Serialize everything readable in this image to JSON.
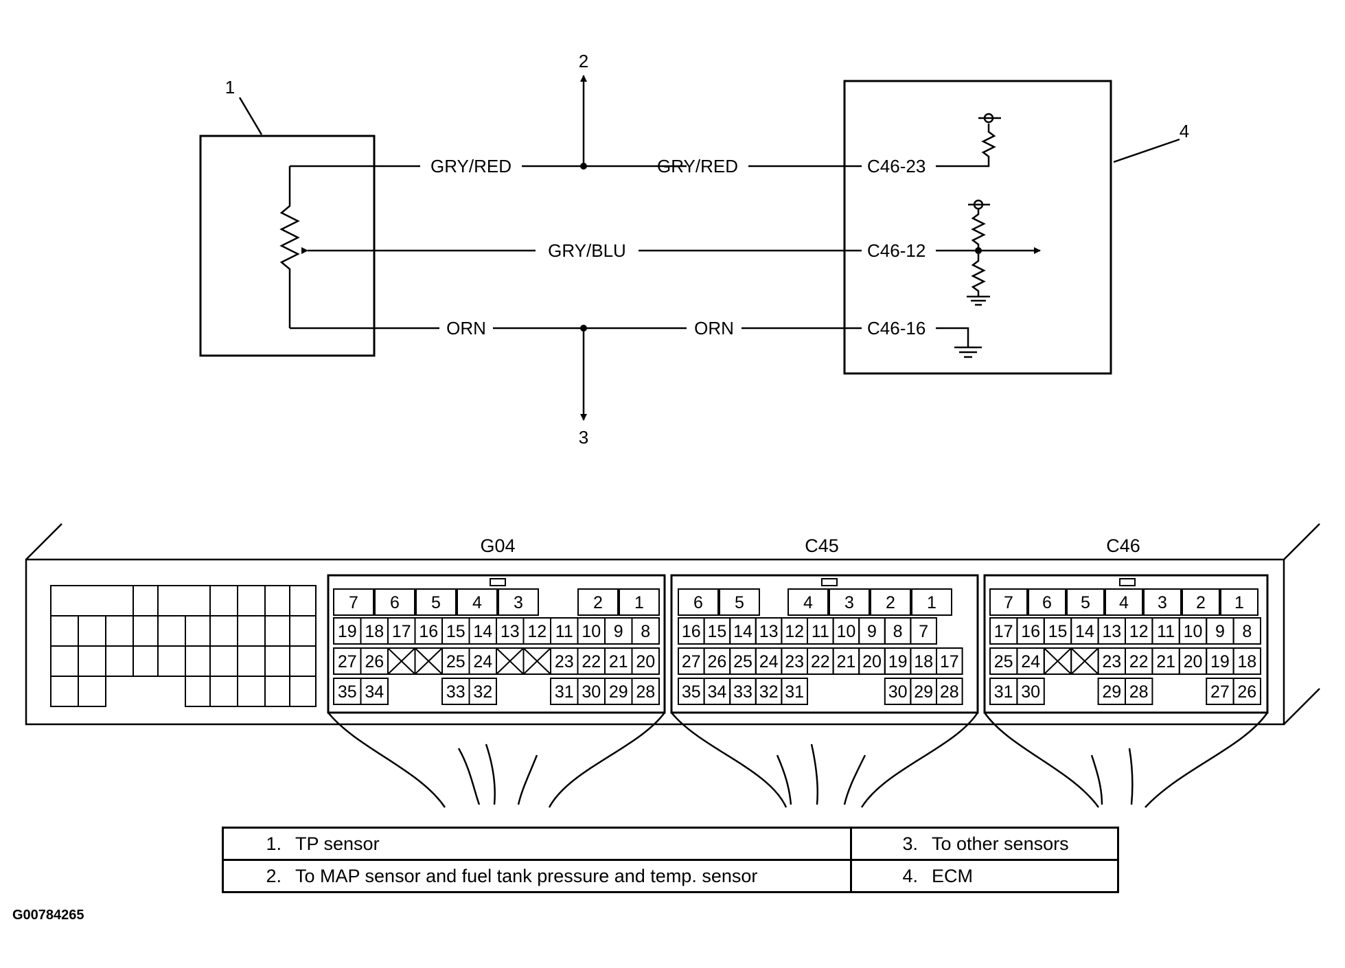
{
  "callouts": {
    "c1": "1",
    "c2": "2",
    "c3": "3",
    "c4": "4"
  },
  "wires": {
    "w1_left": "GRY/RED",
    "w1_right": "GRY/RED",
    "w2": "GRY/BLU",
    "w3_left": "ORN",
    "w3_right": "ORN"
  },
  "terminals": {
    "t1": "C46-23",
    "t2": "C46-12",
    "t3": "C46-16"
  },
  "connectors": {
    "G04": {
      "name": "G04",
      "row1": [
        "7",
        "6",
        "5",
        "4",
        "3",
        "2",
        "1"
      ],
      "row2": [
        "19",
        "18",
        "17",
        "16",
        "15",
        "14",
        "13",
        "12",
        "11",
        "10",
        "9",
        "8"
      ],
      "row3": [
        "27",
        "26",
        "25",
        "24",
        "23",
        "22",
        "21",
        "20"
      ],
      "row4": [
        "35",
        "34",
        "33",
        "32",
        "31",
        "30",
        "29",
        "28"
      ]
    },
    "C45": {
      "name": "C45",
      "row1": [
        "6",
        "5",
        "4",
        "3",
        "2",
        "1"
      ],
      "row2": [
        "16",
        "15",
        "14",
        "13",
        "12",
        "11",
        "10",
        "9",
        "8",
        "7"
      ],
      "row3": [
        "27",
        "26",
        "25",
        "24",
        "23",
        "22",
        "21",
        "20",
        "19",
        "18",
        "17"
      ],
      "row4": [
        "35",
        "34",
        "33",
        "32",
        "31",
        "30",
        "29",
        "28"
      ]
    },
    "C46": {
      "name": "C46",
      "row1": [
        "7",
        "6",
        "5",
        "4",
        "3",
        "2",
        "1"
      ],
      "row2": [
        "17",
        "16",
        "15",
        "14",
        "13",
        "12",
        "11",
        "10",
        "9",
        "8"
      ],
      "row3": [
        "25",
        "24",
        "23",
        "22",
        "21",
        "20",
        "19",
        "18"
      ],
      "row4": [
        "31",
        "30",
        "29",
        "28",
        "27",
        "26"
      ]
    }
  },
  "legend": {
    "n1": "1.",
    "t1": "TP sensor",
    "n2": "2.",
    "t2": "To MAP sensor and fuel tank pressure and temp. sensor",
    "n3": "3.",
    "t3": "To other sensors",
    "n4": "4.",
    "t4": "ECM"
  },
  "figure_id": "G00784265"
}
